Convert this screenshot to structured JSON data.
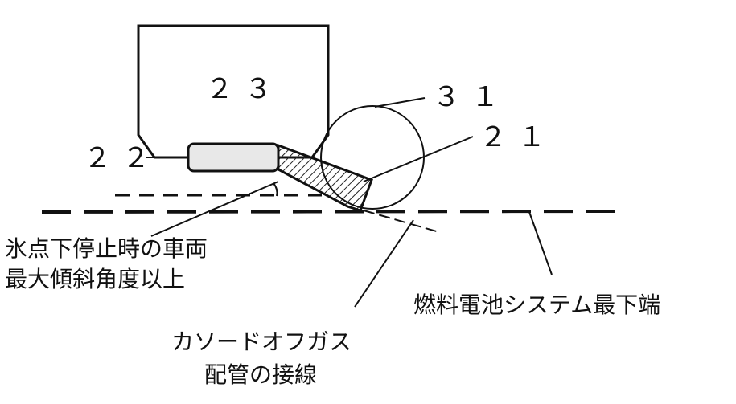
{
  "ref_23": "２３",
  "ref_31": "３１",
  "ref_21": "２１",
  "ref_22": "２２",
  "label_tilt_line1": "氷点下停止時の車両",
  "label_tilt_line2": "最大傾斜角度以上",
  "label_bottom": "燃料電池システム最下端",
  "label_tangent_line1": "カソードオフガス",
  "label_tangent_line2": "配管の接線",
  "colors": {
    "ink": "#111111",
    "hatch": "#222222",
    "background": "#ffffff"
  }
}
